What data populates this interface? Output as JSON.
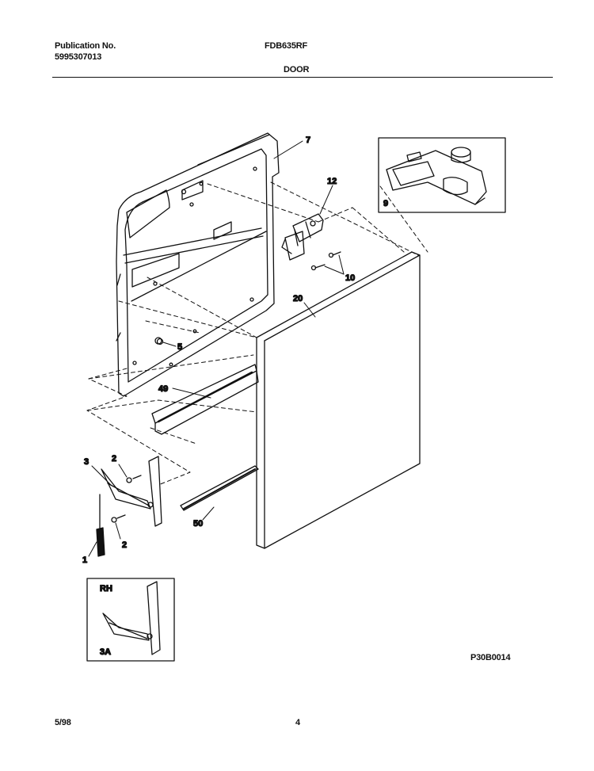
{
  "header": {
    "publication_label": "Publication No.",
    "publication_number": "5995307013",
    "model": "FDB635RF",
    "section": "DOOR"
  },
  "callouts": {
    "c1": "1",
    "c2a": "2",
    "c2b": "2",
    "c3": "3",
    "c5": "5",
    "c7": "7",
    "c9": "9",
    "c10": "10",
    "c12": "12",
    "c20": "20",
    "c49": "49",
    "c50": "50"
  },
  "inset_bottom": {
    "side_label": "RH",
    "part_label": "3A"
  },
  "drawing_code": "P30B0014",
  "footer": {
    "date": "5/98",
    "page": "4"
  }
}
